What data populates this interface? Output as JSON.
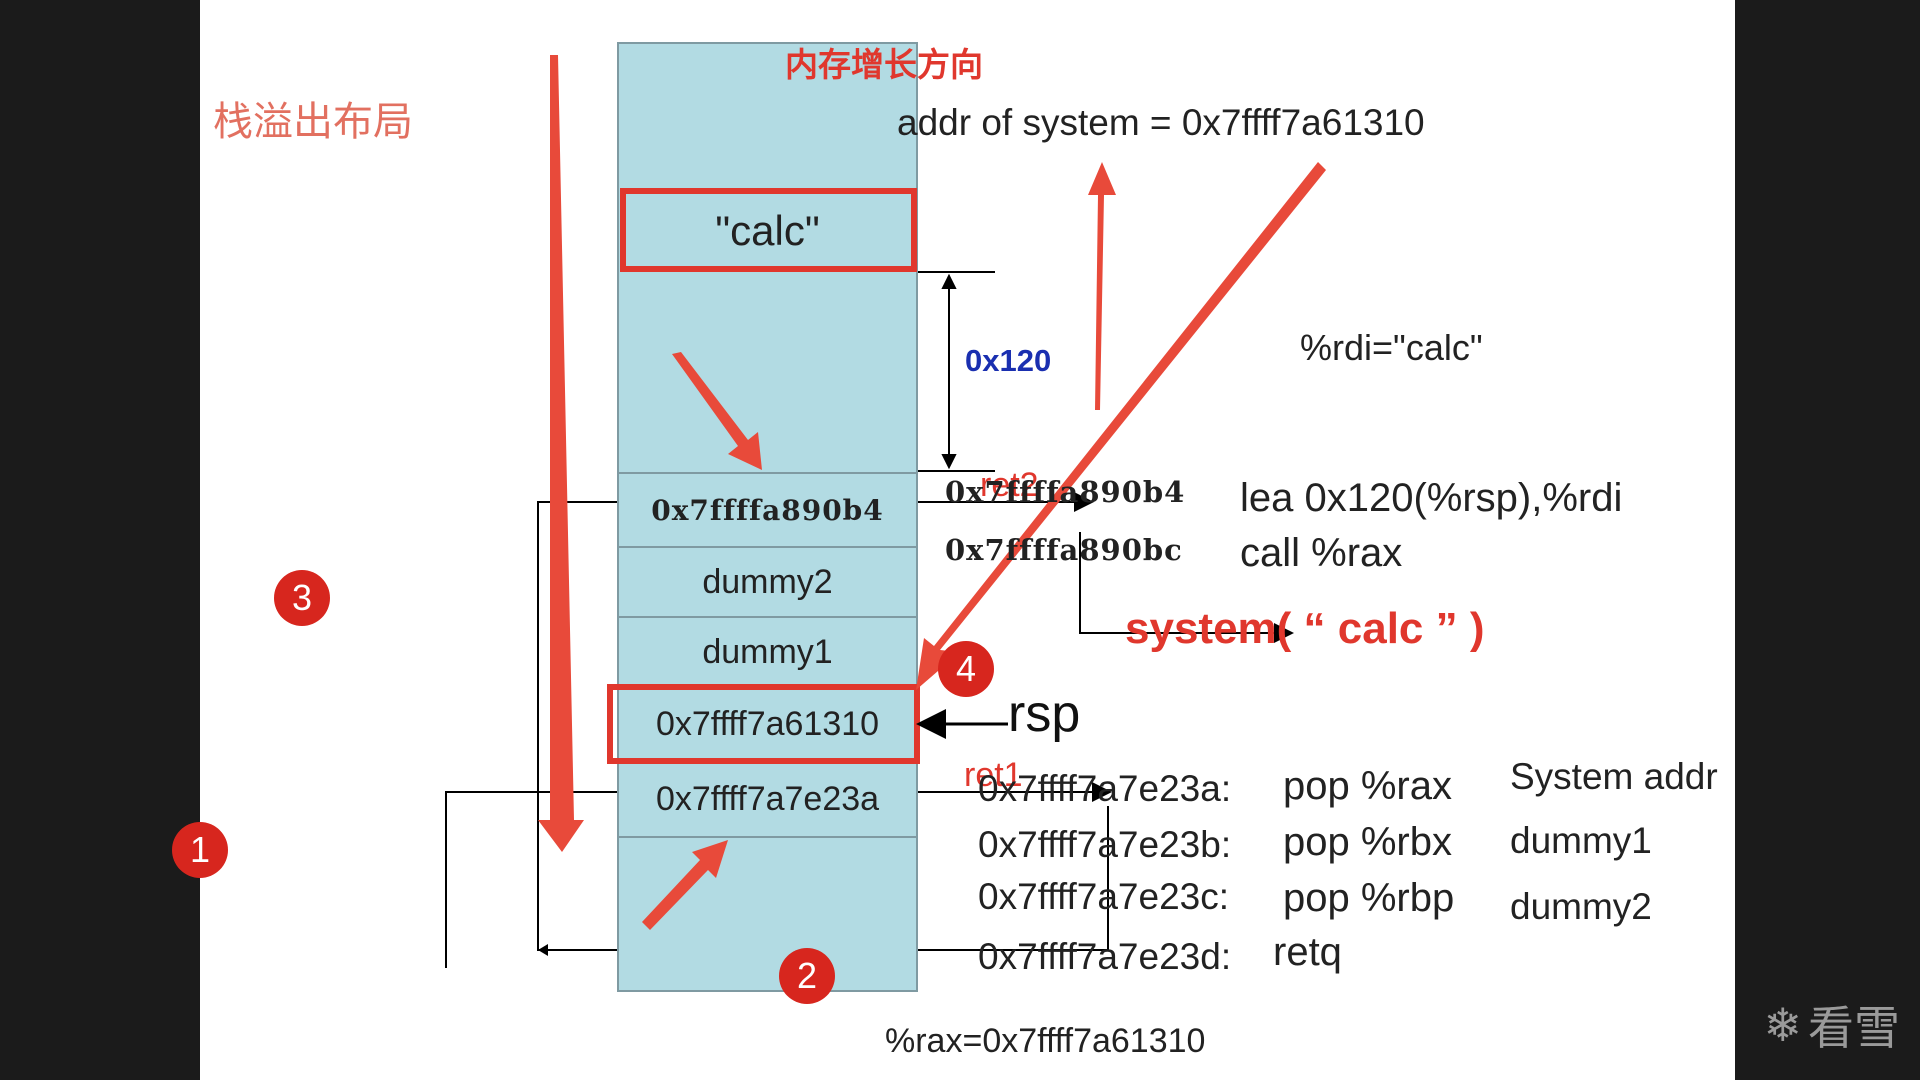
{
  "title_layout": "栈溢出布局",
  "title_growth": "内存增长方向",
  "addr_of_system": "addr of system = 0x7ffff7a61310",
  "rdi_note": "%rdi=\"calc\"",
  "offset_label": "0x120",
  "rax_note": "%rax=0x7ffff7a61310",
  "rsp_label": "rsp",
  "ret1_label": "ret1",
  "ret2_label": "ret2",
  "stack": {
    "calc": "\"calc\"",
    "ret2_addr": "0x7ffffa890b4",
    "dummy2": "dummy2",
    "dummy1": "dummy1",
    "system_addr": "0x7ffff7a61310",
    "gadget_addr": "0x7ffff7a7e23a"
  },
  "gadget2": {
    "addr1": "0x7ffffa890b4",
    "instr1": "lea 0x120(%rsp),%rdi",
    "addr2": "0x7ffffa890bc",
    "instr2": "call %rax",
    "call_result": "system( “ calc ” )"
  },
  "gadget1": [
    {
      "addr": "0x7ffff7a7e23a:",
      "instr": "pop %rax",
      "note": "System addr"
    },
    {
      "addr": "0x7ffff7a7e23b:",
      "instr": "pop %rbx",
      "note": "dummy1"
    },
    {
      "addr": "0x7ffff7a7e23c:",
      "instr": "pop %rbp",
      "note": "dummy2"
    },
    {
      "addr": "0x7ffff7a7e23d:",
      "instr": "retq",
      "note": ""
    }
  ],
  "badges": [
    "1",
    "2",
    "3",
    "4"
  ],
  "watermark": "看雪",
  "watermark_icon": "snowflake-icon",
  "colors": {
    "stack_fill": "#b2dbe3",
    "accent_red": "#e0372d",
    "badge_red": "#d7261e",
    "offset_blue": "#1a2fb0"
  }
}
